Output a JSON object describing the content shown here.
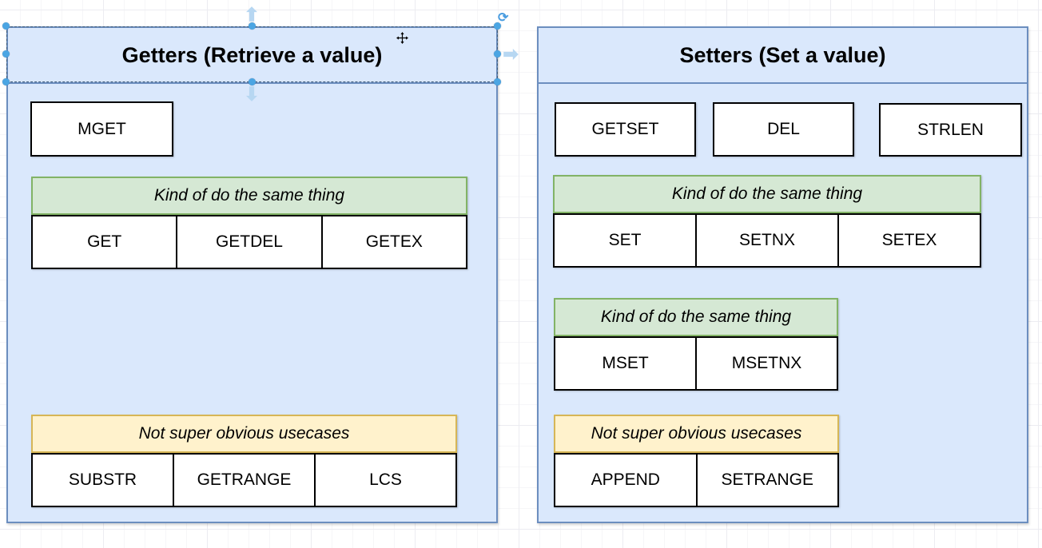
{
  "app": {
    "kind": "diagram editor canvas"
  },
  "colors": {
    "container_fill": "#dae8fc",
    "container_border": "#6c8ebf",
    "green_fill": "#d5e8d4",
    "green_border": "#82b366",
    "yellow_fill": "#fff2cc",
    "yellow_border": "#d6b656",
    "box_fill": "#ffffff",
    "box_border": "#000000",
    "selection_handle": "#4ba5e3",
    "selection_arrow": "#b7d7f2",
    "selection_outline": "#3d5a77"
  },
  "selection": {
    "target": "getters-title-bar",
    "rotate_glyph": "⟳",
    "arrows": [
      "up",
      "down",
      "right"
    ],
    "handle_count": 8
  },
  "containers": [
    {
      "title": "Getters (Retrieve a value)",
      "selected": true,
      "boxes": [
        "MGET"
      ],
      "groups": [
        {
          "label": "Kind of do the same thing",
          "style": "green",
          "items": [
            "GET",
            "GETDEL",
            "GETEX"
          ]
        },
        {
          "label": "Not super obvious usecases",
          "style": "yellow",
          "items": [
            "SUBSTR",
            "GETRANGE",
            "LCS"
          ]
        }
      ]
    },
    {
      "title": "Setters (Set a value)",
      "selected": false,
      "boxes": [
        "GETSET",
        "DEL",
        "STRLEN"
      ],
      "groups": [
        {
          "label": "Kind of do the same thing",
          "style": "green",
          "items": [
            "SET",
            "SETNX",
            "SETEX"
          ]
        },
        {
          "label": "Kind of do the same thing",
          "style": "green",
          "items": [
            "MSET",
            "MSETNX"
          ]
        },
        {
          "label": "Not super obvious usecases",
          "style": "yellow",
          "items": [
            "APPEND",
            "SETRANGE"
          ]
        }
      ]
    }
  ]
}
